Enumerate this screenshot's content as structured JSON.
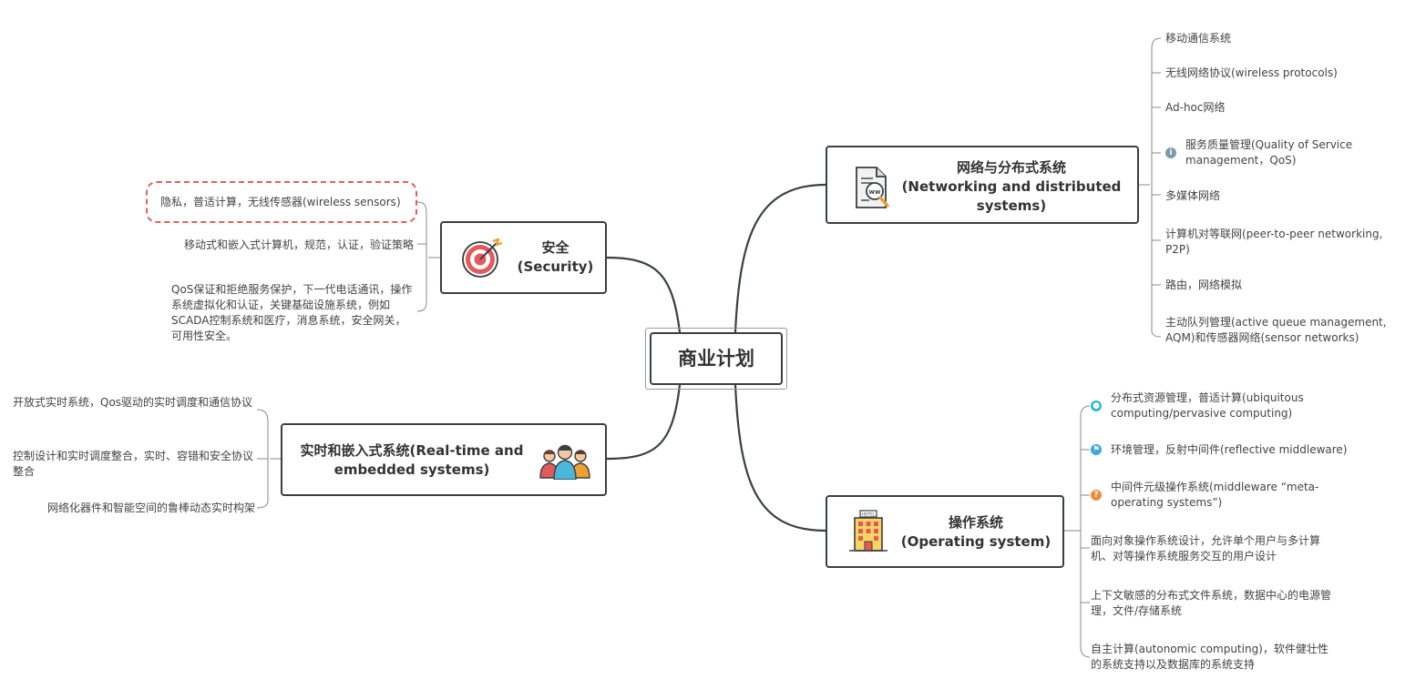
{
  "root": {
    "title": "商业计划"
  },
  "branches": {
    "network": {
      "title_cn": "网络与分布式系统",
      "title_en1": "(Networking and distributed",
      "title_en2": "systems)",
      "items": [
        "移动通信系统",
        "无线网络协议(wireless protocols)",
        "Ad-hoc网络",
        "服务质量管理(Quality of Service management，QoS)",
        "多媒体网络",
        "计算机对等联网(peer-to-peer networking, P2P)",
        "路由，网络模拟",
        "主动队列管理(active queue management, AQM)和传感器网络(sensor networks)"
      ]
    },
    "security": {
      "title_cn": "安全",
      "title_en": "(Security)",
      "items": [
        "隐私，普适计算，无线传感器(wireless sensors)",
        "移动式和嵌入式计算机，规范，认证，验证策略",
        "QoS保证和拒绝服务保护，下一代电话通讯，操作系统虚拟化和认证，关键基础设施系统，例如SCADA控制系统和医疗，消息系统，安全网关，可用性安全。"
      ]
    },
    "realtime": {
      "title_line1": "实时和嵌入式系统(Real-time and",
      "title_line2": "embedded systems)",
      "items": [
        "开放式实时系统，Qos驱动的实时调度和通信协议",
        "控制设计和实时调度整合，实时、容错和安全协议整合",
        "网络化器件和智能空间的鲁棒动态实时构架"
      ]
    },
    "os": {
      "title_cn": "操作系统",
      "title_en": "(Operating system)",
      "items": [
        "分布式资源管理，普适计算(ubiquitous computing/pervasive computing)",
        "环境管理，反射中间件(reflective middleware)",
        "中间件元级操作系统(middleware “meta-operating systems”)",
        "面向对象操作系统设计，允许单个用户与多计算机、对等操作系统服务交互的用户设计",
        "上下文敏感的分布式文件系统，数据中心的电源管理，文件/存储系统",
        "自主计算(autonomic computing)，软件健壮性的系统支持以及数据库的系统支持"
      ]
    }
  },
  "hotel_sign": "HOTEL",
  "colors": {
    "line": "#3a3f44",
    "dashed": "#e06060",
    "info": "#7a9aa8",
    "person": "#29b6d8",
    "flag": "#3aa8e0",
    "question": "#f08a3c"
  }
}
